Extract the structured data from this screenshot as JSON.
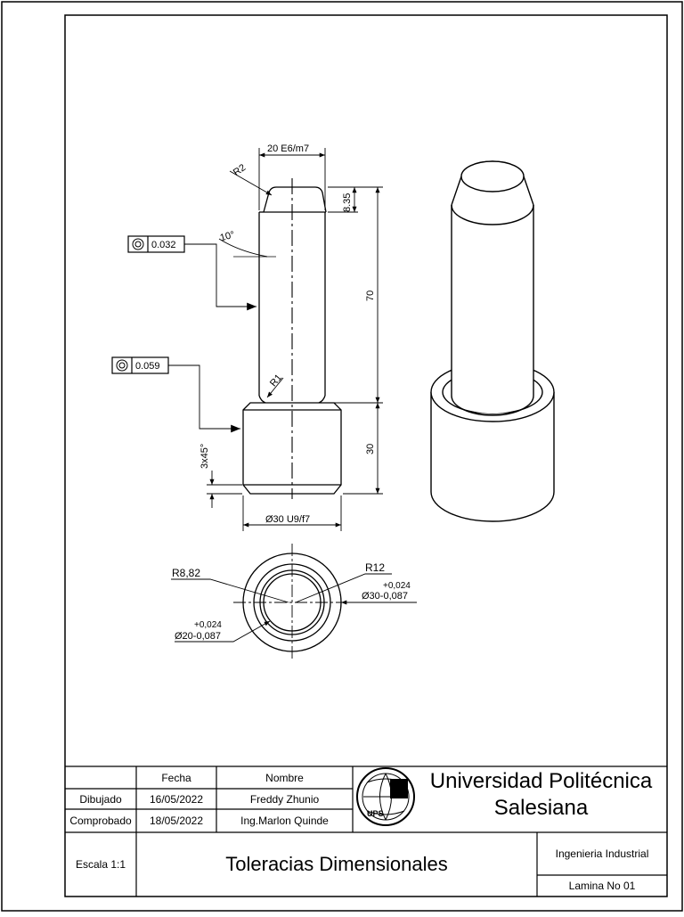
{
  "drawing": {
    "dimensions": {
      "top_width": "20 E6/m7",
      "chamfer_radius_top": "R2",
      "top_height": "8.35",
      "angle": "10°",
      "shaft_length": "70",
      "fillet_radius": "R1",
      "base_height": "30",
      "base_chamfer": "3x45°",
      "base_diameter": "Ø30 U9/f7"
    },
    "tolerance_frames": [
      {
        "symbol": "concentricity",
        "value": "0.032"
      },
      {
        "symbol": "concentricity",
        "value": "0.059"
      }
    ],
    "section_view": {
      "radius_left": "R8,82",
      "radius_right": "R12",
      "outer_dia_upper": "+0,024",
      "outer_dia": "Ø30-0,087",
      "inner_dia_upper": "+0,024",
      "inner_dia": "Ø20-0,087"
    }
  },
  "title_block": {
    "header_fecha": "Fecha",
    "header_nombre": "Nombre",
    "row_dibujado_label": "Dibujado",
    "row_dibujado_fecha": "16/05/2022",
    "row_dibujado_nombre": "Freddy Zhunio",
    "row_comprobado_label": "Comprobado",
    "row_comprobado_fecha": "18/05/2022",
    "row_comprobado_nombre": "Ing.Marlon Quinde",
    "university_line1": "Universidad Politécnica",
    "university_line2": "Salesiana",
    "logo_letters": "UPS",
    "scale": "Escala 1:1",
    "title": "Toleracias Dimensionales",
    "department": "Ingenieria Industrial",
    "sheet": "Lamina No 01"
  }
}
